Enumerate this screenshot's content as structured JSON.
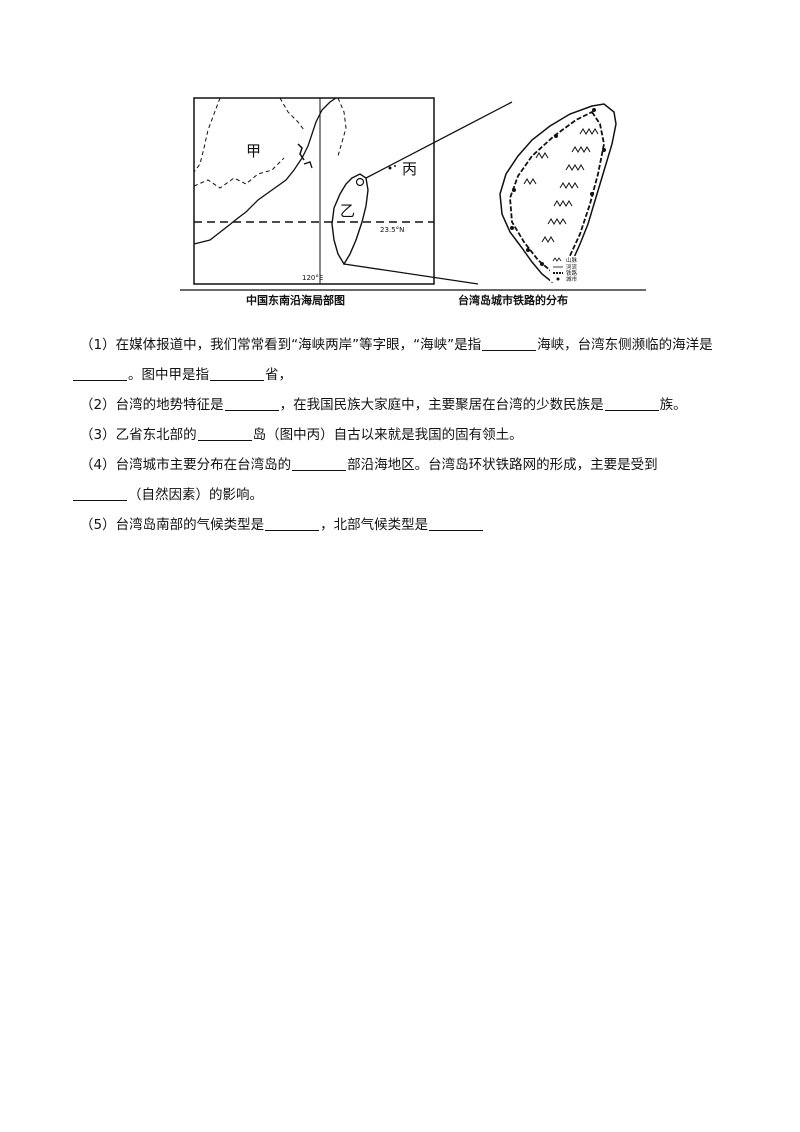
{
  "figure": {
    "left_map": {
      "caption": "中国东南沿海局部图",
      "label_jia": "甲",
      "label_yi": "乙",
      "label_bing": "丙",
      "latitude_label": "23.5°N",
      "longitude_label": "120°E"
    },
    "right_map": {
      "caption": "台湾岛城市铁路的分布",
      "legend": [
        "山脉",
        "河流",
        "铁路",
        "城市"
      ]
    }
  },
  "questions": [
    {
      "number": "（1）",
      "parts": [
        "在媒体报道中，我们常常看到“海峡两岸”等字眼，“海峡”是指",
        "海峡，台湾东侧濒临的海洋是"
      ],
      "cont_parts": [
        "",
        "。图中甲是指",
        "省，"
      ]
    },
    {
      "number": "（2）",
      "parts": [
        "台湾的地势特征是",
        "，在我国民族大家庭中，主要聚居在台湾的少数民族是",
        "族。"
      ]
    },
    {
      "number": "（3）",
      "parts": [
        "乙省东北部的",
        "岛（图中丙）自古以来就是我国的固有领土。"
      ]
    },
    {
      "number": "（4）",
      "parts": [
        "台湾城市主要分布在台湾岛的",
        "部沿海地区。台湾岛环状铁路网的形成，主要是受到"
      ],
      "cont_parts": [
        "",
        "（自然因素）的影响。"
      ]
    },
    {
      "number": "（5）",
      "parts": [
        "台湾岛南部的气候类型是",
        "，北部气候类型是",
        ""
      ]
    }
  ]
}
